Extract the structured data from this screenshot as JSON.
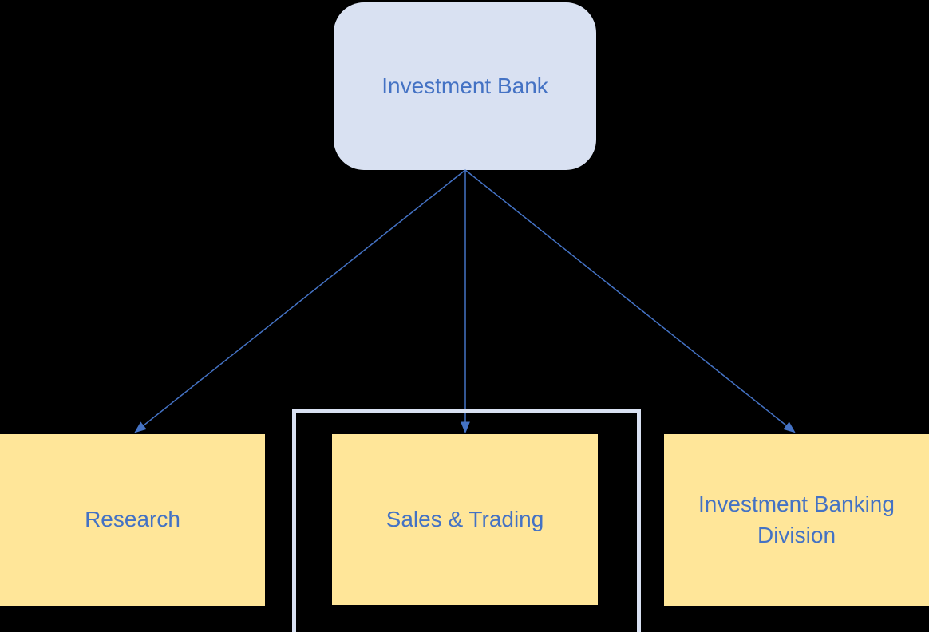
{
  "diagram": {
    "background_color": "#000000",
    "root_node": {
      "label": "Investment Bank",
      "fill_color": "#D9E1F2",
      "text_color": "#4472C4",
      "shape": "rounded-rectangle"
    },
    "child_nodes": [
      {
        "label": "Research",
        "fill_color": "#FFE699",
        "text_color": "#4472C4",
        "highlighted": false
      },
      {
        "label": "Sales & Trading",
        "fill_color": "#FFE699",
        "text_color": "#4472C4",
        "highlighted": true
      },
      {
        "label": "Investment Banking Division",
        "fill_color": "#FFE699",
        "text_color": "#4472C4",
        "highlighted": false
      }
    ],
    "connectors": {
      "color": "#4472C4",
      "style": "straight-arrow",
      "count": 3,
      "from": "Investment Bank",
      "to": [
        "Research",
        "Sales & Trading",
        "Investment Banking Division"
      ]
    },
    "highlight_frame": {
      "color": "#D9E1F2",
      "around": "Sales & Trading"
    }
  }
}
